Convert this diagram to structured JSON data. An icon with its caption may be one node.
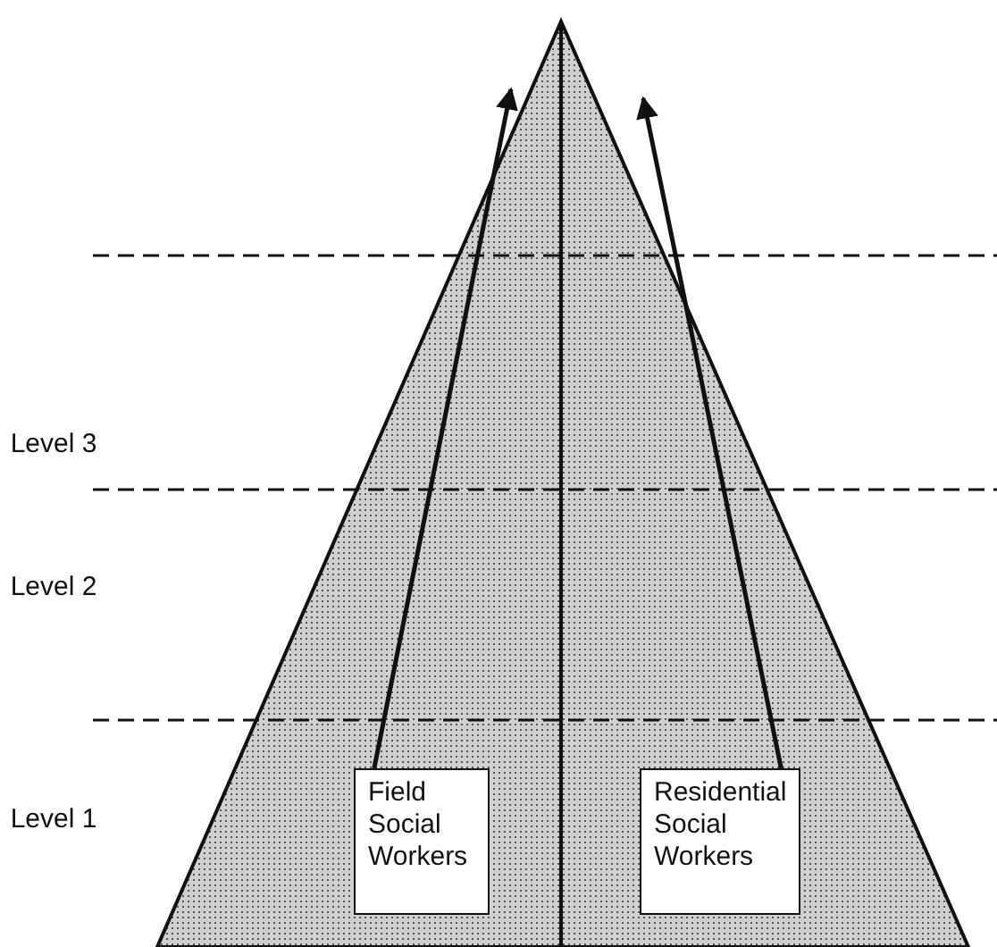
{
  "diagram": {
    "nodes": [
      {
        "text": [
          "Field Social Workers"
        ]
      },
      {
        "text": [
          "Residential Social Workers"
        ]
      }
    ],
    "edges": [
      {
        "from": 0,
        "to": null,
        "arrow": "to"
      },
      {
        "from": 1,
        "to": null,
        "arrow": "to"
      }
    ],
    "labels": [
      "Level 3",
      "Level 2",
      "Level 1"
    ]
  }
}
